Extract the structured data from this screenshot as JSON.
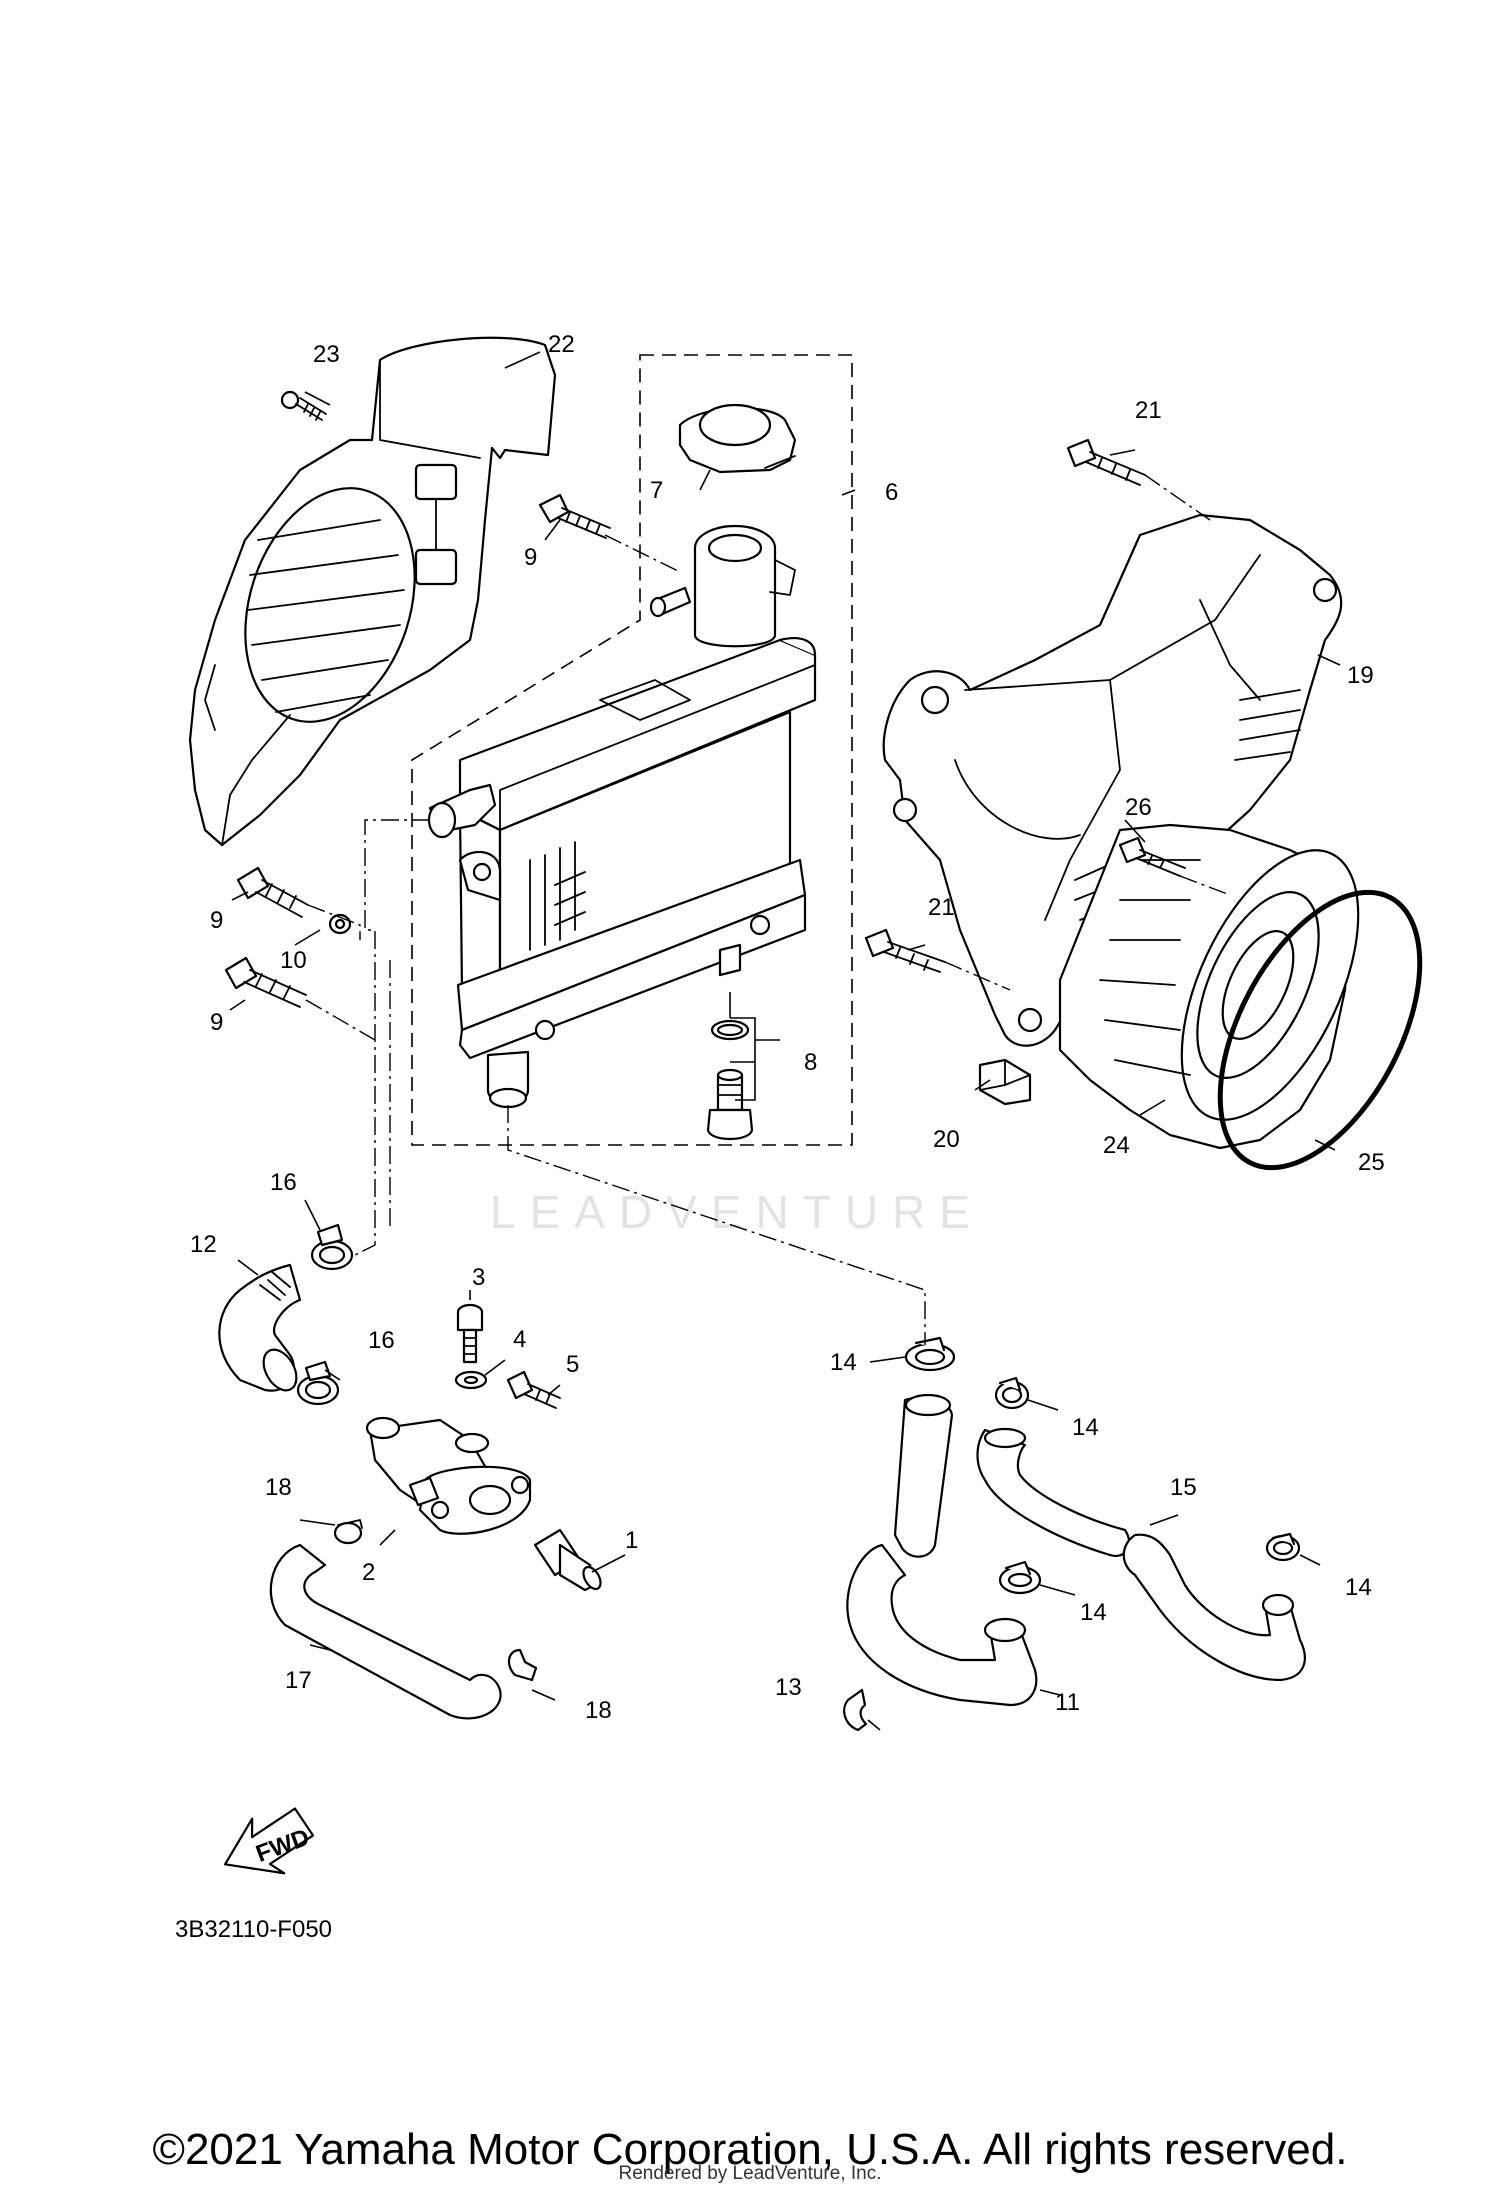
{
  "diagram": {
    "code": "3B32110-F050",
    "fwd_label": "FWD",
    "watermark": "LEADVENTURE",
    "callouts": {
      "p1": "1",
      "p2": "2",
      "p3": "3",
      "p4": "4",
      "p5": "5",
      "p6": "6",
      "p7": "7",
      "p8": "8",
      "p9a": "9",
      "p9b": "9",
      "p9c": "9",
      "p10": "10",
      "p11": "11",
      "p12": "12",
      "p13": "13",
      "p14a": "14",
      "p14b": "14",
      "p14c": "14",
      "p14d": "14",
      "p15": "15",
      "p16a": "16",
      "p16b": "16",
      "p17": "17",
      "p18a": "18",
      "p18b": "18",
      "p19": "19",
      "p20": "20",
      "p21a": "21",
      "p21b": "21",
      "p22": "22",
      "p23": "23",
      "p24": "24",
      "p25": "25",
      "p26": "26"
    }
  },
  "footer": {
    "copyright": "©2021 Yamaha Motor Corporation, U.S.A. All rights reserved.",
    "rendered_by": "Rendered by LeadVenture, Inc."
  }
}
